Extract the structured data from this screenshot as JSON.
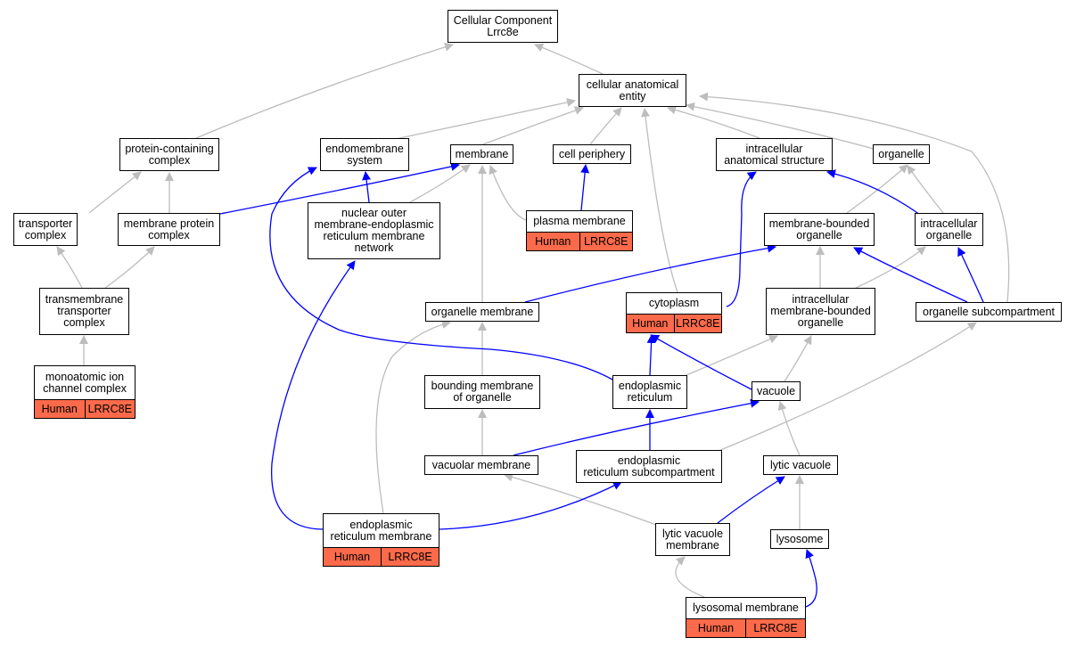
{
  "title_node": {
    "line1": "Cellular Component",
    "line2": "Lrrc8e"
  },
  "nodes": {
    "root": "Cellular Component\nLrrc8e",
    "cae": "cellular anatomical\nentity",
    "pcc": "protein-containing\ncomplex",
    "endo": "endomembrane\nsystem",
    "membrane": "membrane",
    "cellper": "cell periphery",
    "ias": "intracellular\nanatomical structure",
    "organelle": "organelle",
    "tc": "transporter\ncomplex",
    "mpc": "membrane protein\ncomplex",
    "nomer": "nuclear outer\nmembrane-endoplasmic\nreticulum membrane\nnetwork",
    "pm": "plasma membrane",
    "mbo": "membrane-bounded\norganelle",
    "io": "intracellular\norganelle",
    "ttc": "transmembrane\ntransporter\ncomplex",
    "om": "organelle membrane",
    "cyto": "cytoplasm",
    "imbo": "intracellular\nmembrane-bounded\norganelle",
    "os": "organelle subcompartment",
    "micc": "monoatomic ion\nchannel complex",
    "bmo": "bounding membrane\nof organelle",
    "er": "endoplasmic\nreticulum",
    "vac": "vacuole",
    "vm": "vacuolar membrane",
    "ers": "endoplasmic\nreticulum subcompartment",
    "lv": "lytic vacuole",
    "erm": "endoplasmic\nreticulum membrane",
    "lvm": "lytic vacuole\nmembrane",
    "lyso": "lysosome",
    "lm": "lysosomal membrane"
  },
  "tags": {
    "species": "Human",
    "gene": "LRRC8E"
  },
  "colors": {
    "is_a_edge": "#bdbdbd",
    "part_of_edge": "#0000ff",
    "annotated_tag": "#fb6a4a"
  }
}
